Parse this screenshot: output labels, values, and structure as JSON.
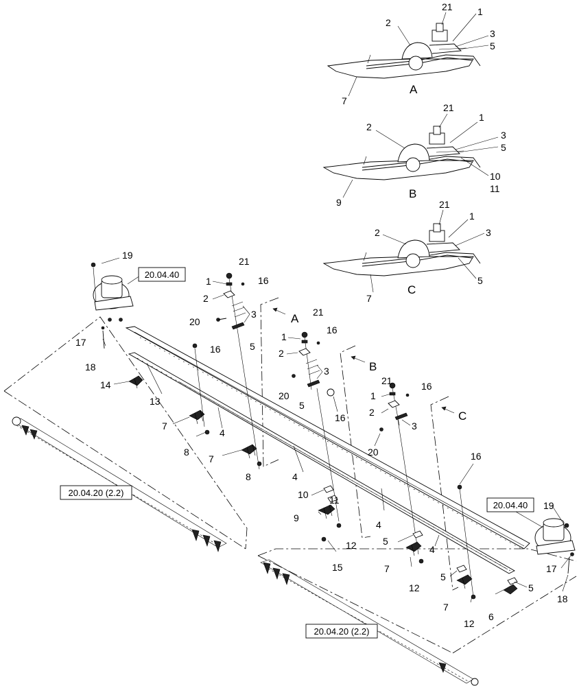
{
  "detail_views": {
    "A": {
      "label": "A",
      "callouts": [
        "21",
        "2",
        "1",
        "3",
        "5",
        "7"
      ]
    },
    "B": {
      "label": "B",
      "callouts": [
        "21",
        "2",
        "1",
        "3",
        "5",
        "10",
        "11",
        "9"
      ]
    },
    "C": {
      "label": "C",
      "callouts": [
        "21",
        "2",
        "1",
        "3",
        "5",
        "7"
      ]
    }
  },
  "view_markers": {
    "A": "A",
    "B": "B",
    "C": "C"
  },
  "reference_boxes": {
    "drive_left": "20.04.40",
    "drive_right": "20.04.40",
    "section_left": "20.04.20 (2.2)",
    "section_right": "20.04.20 (2.2)"
  },
  "callouts": {
    "c1": "19",
    "c2": "21",
    "c3": "1",
    "c4": "16",
    "c5": "2",
    "c6": "3",
    "c7": "20",
    "c8": "5",
    "c9": "17",
    "c10": "18",
    "c11": "16",
    "c12": "14",
    "c13": "13",
    "c14": "7",
    "c15": "8",
    "c16": "4",
    "c17": "7",
    "c18": "8",
    "c19": "21",
    "c20": "1",
    "c21": "16",
    "c22": "2",
    "c23": "3",
    "c24": "20",
    "c25": "5",
    "c26": "16",
    "c27": "21",
    "c28": "1",
    "c29": "16",
    "c30": "2",
    "c31": "3",
    "c32": "20",
    "c33": "4",
    "c34": "10",
    "c35": "11",
    "c36": "9",
    "c37": "12",
    "c38": "15",
    "c39": "4",
    "c40": "5",
    "c41": "7",
    "c42": "12",
    "c43": "16",
    "c44": "4",
    "c45": "5",
    "c46": "5",
    "c47": "7",
    "c48": "12",
    "c49": "6",
    "c50": "19",
    "c51": "17",
    "c52": "18"
  }
}
